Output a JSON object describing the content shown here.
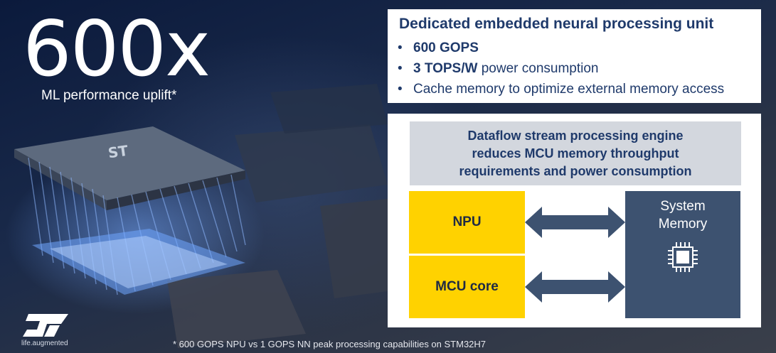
{
  "hero": {
    "headline": "600x",
    "subtitle": "ML performance uplift*"
  },
  "npu_features": {
    "title": "Dedicated embedded neural processing unit",
    "bullets": [
      {
        "bold": "600 GOPS",
        "rest": ""
      },
      {
        "bold": "3 TOPS/W",
        "rest": " power consumption"
      },
      {
        "bold": "",
        "rest": "Cache memory to optimize external memory access"
      }
    ]
  },
  "dataflow": {
    "lines": [
      "Dataflow stream processing engine",
      "reduces MCU memory throughput",
      "requirements and power consumption"
    ]
  },
  "diagram": {
    "npu_label": "NPU",
    "mcu_label": "MCU core",
    "memory_label_line1": "System",
    "memory_label_line2": "Memory",
    "memory_icon": "chip-icon",
    "arrow_icon": "double-arrow-icon"
  },
  "footnote": "* 600 GOPS NPU vs 1 GOPS NN peak processing capabilities on STM32H7",
  "brand": {
    "logo_icon": "st-logo-icon",
    "tagline": "life.augmented"
  },
  "colors": {
    "accent_yellow": "#ffd200",
    "navy_text": "#1f3a6b",
    "memory_block": "#3d5270",
    "dataflow_bg": "#d3d7de"
  }
}
